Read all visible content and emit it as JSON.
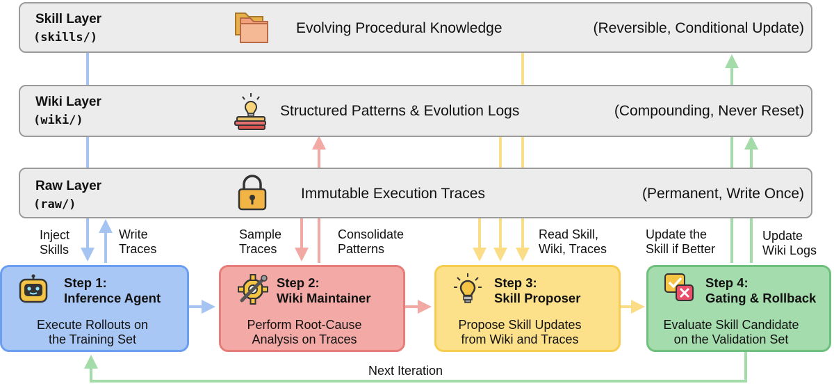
{
  "layers": [
    {
      "name": "Skill Layer",
      "dir": "(skills/)",
      "icon": "folders-icon",
      "description": "Evolving Procedural Knowledge",
      "note": "(Reversible, Conditional Update)"
    },
    {
      "name": "Wiki Layer",
      "dir": "(wiki/)",
      "icon": "books-lightbulb-icon",
      "description": "Structured Patterns & Evolution Logs",
      "note": "(Compounding, Never Reset)"
    },
    {
      "name": "Raw Layer",
      "dir": "(raw/)",
      "icon": "padlock-icon",
      "description": "Immutable Execution Traces",
      "note": "(Permanent, Write Once)"
    }
  ],
  "flow_labels": {
    "inject": "Inject\nSkills",
    "write": "Write\nTraces",
    "sample": "Sample\nTraces",
    "consolidate": "Consolidate\nPatterns",
    "read": "Read Skill,\nWiki, Traces",
    "update_skill": "Update the\nSkill if Better",
    "update_wiki": "Update\nWiki Logs",
    "next_iteration": "Next Iteration"
  },
  "steps": [
    {
      "title": "Step 1:\nInference Agent",
      "description": "Execute Rollouts on\nthe Training Set",
      "icon": "robot-icon",
      "fill": "#a9c7f5",
      "border": "#6b9ef0"
    },
    {
      "title": "Step 2:\nWiki Maintainer",
      "description": "Perform Root-Cause\nAnalysis on Traces",
      "icon": "gear-wrench-icon",
      "fill": "#f3aaa6",
      "border": "#e77d78"
    },
    {
      "title": "Step 3:\nSkill Proposer",
      "description": "Propose Skill Updates\nfrom Wiki and Traces",
      "icon": "lightbulb-icon",
      "fill": "#fde08a",
      "border": "#f6cd4e"
    },
    {
      "title": "Step 4:\nGating & Rollback",
      "description": "Evaluate Skill Candidate\non the Validation Set",
      "icon": "check-cross-icon",
      "fill": "#a5dcae",
      "border": "#6fc07c"
    }
  ],
  "colors": {
    "blue": "#a6c4f2",
    "red": "#f2a8a3",
    "yellow": "#fbdd88",
    "green": "#a3dba9",
    "layer_fill": "#ececec",
    "layer_border": "#9a9a9a"
  }
}
